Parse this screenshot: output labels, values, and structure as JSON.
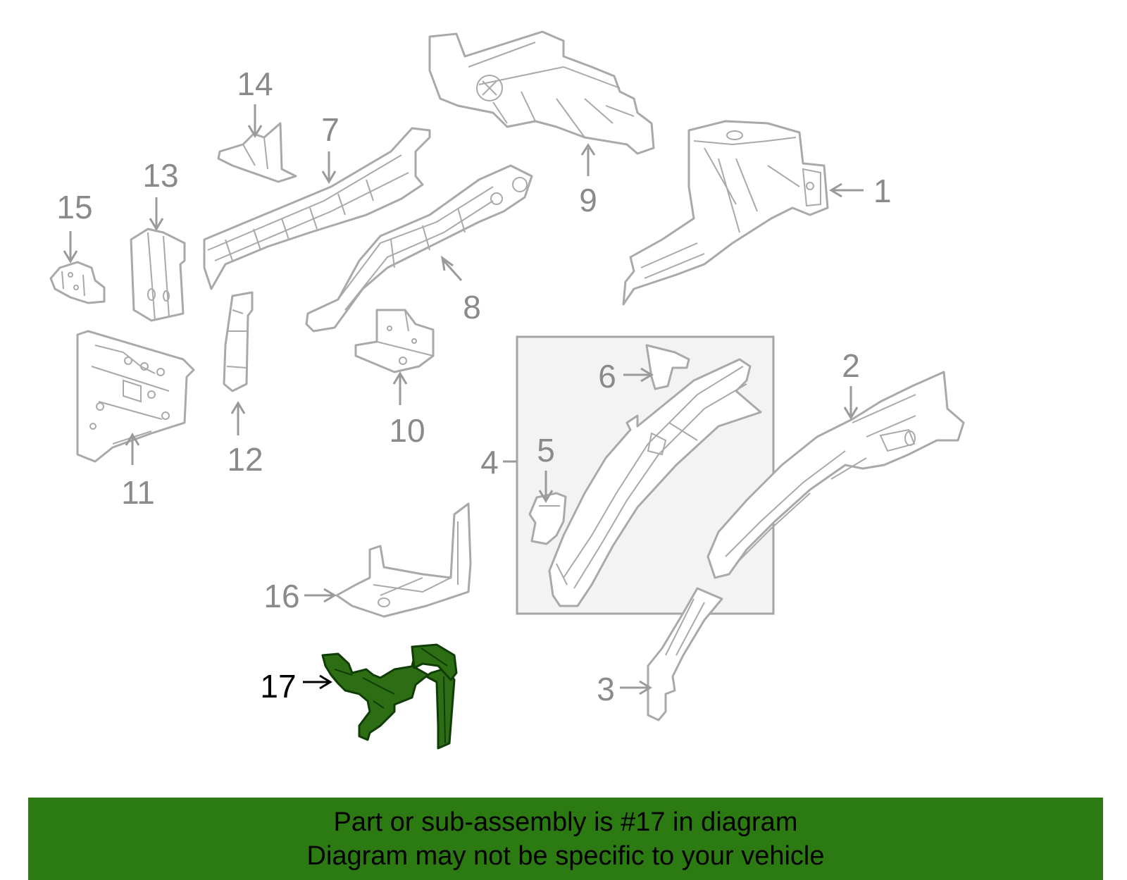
{
  "callouts": {
    "c1": "1",
    "c2": "2",
    "c3": "3",
    "c4": "4",
    "c5": "5",
    "c6": "6",
    "c7": "7",
    "c8": "8",
    "c9": "9",
    "c10": "10",
    "c11": "11",
    "c12": "12",
    "c13": "13",
    "c14": "14",
    "c15": "15",
    "c16": "16",
    "c17": "17"
  },
  "highlight": {
    "part": "17",
    "color": "#2d6e14"
  },
  "banner": {
    "line1": "Part or sub-assembly is #17 in diagram",
    "line2": "Diagram may not be specific to your vehicle",
    "color": "#2c7a12"
  }
}
